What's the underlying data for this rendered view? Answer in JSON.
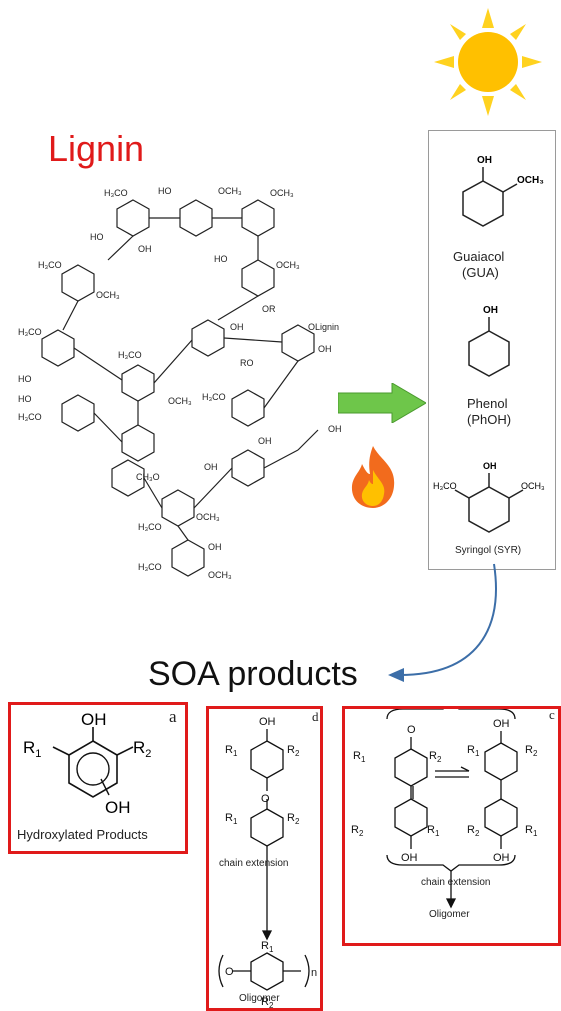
{
  "lignin": {
    "title": "Lignin",
    "linkage_label": "OLignin"
  },
  "compounds": [
    {
      "name": "Guaiacol",
      "abbr": "(GUA)"
    },
    {
      "name": "Phenol",
      "abbr": "(PhOH)"
    },
    {
      "name": "Syringol (SYR)"
    }
  ],
  "soa": {
    "title": "SOA products",
    "panel_a": {
      "letter": "a",
      "caption": "Hydroxylated Products"
    },
    "panel_d": {
      "letter": "d",
      "chain": "chain extension",
      "oligomer": "Oligomer",
      "n": "n"
    },
    "panel_c": {
      "letter": "c",
      "chain": "chain extension",
      "oligomer": "Oligomer"
    }
  },
  "icons": [
    "sun-icon",
    "fire-icon",
    "arrow-right-icon",
    "curved-arrow-icon"
  ],
  "colors": {
    "title_red": "#e01a1a",
    "arrow_green": "#6ec64a",
    "sun_yellow": "#ffc000",
    "arrow_blue": "#3c6ea8"
  }
}
